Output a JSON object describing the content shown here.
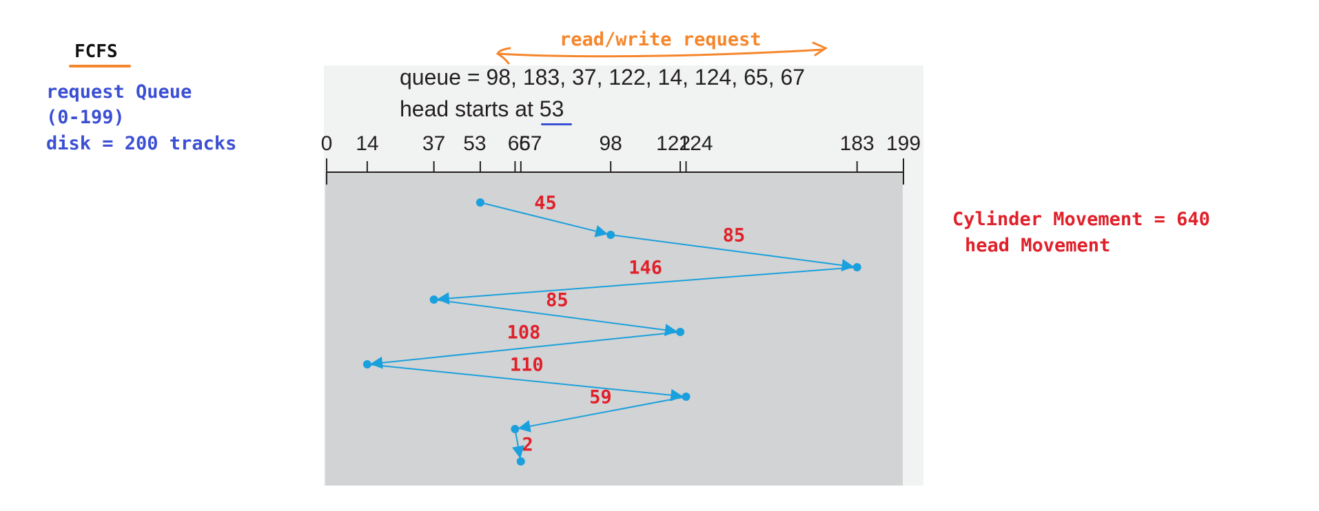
{
  "algorithm_title": "FCFS",
  "request_queue_notes": [
    "request Queue",
    "(0-199)",
    "disk = 200 tracks"
  ],
  "queue_text": "queue = 98, 183, 37, 122, 14, 124, 65, 67",
  "head_text_prefix": "head starts at ",
  "head_start": "53",
  "rw_annotation": "read/write request",
  "cylinder_movement_label": "Cylinder Movement = 640",
  "head_movement_label": "head Movement",
  "axis": {
    "min": 0,
    "max": 199,
    "tick_values": [
      0,
      14,
      37,
      53,
      65,
      67,
      98,
      122,
      124,
      183,
      199
    ],
    "tick_labels": [
      "0",
      "14",
      "37",
      "53",
      "65",
      "67",
      "98",
      "122",
      "124",
      "183",
      "199"
    ]
  },
  "head_path": [
    53,
    98,
    183,
    37,
    122,
    14,
    124,
    65,
    67
  ],
  "segment_labels": [
    "45",
    "85",
    "146",
    "85",
    "108",
    "110",
    "59",
    "2"
  ],
  "colors": {
    "path": "#1aa0dd",
    "segment_label": "#e0202a",
    "annotation_orange": "#f5862b",
    "annotation_blue": "#3b4fd3",
    "plot_background": "#d1d3d4"
  }
}
